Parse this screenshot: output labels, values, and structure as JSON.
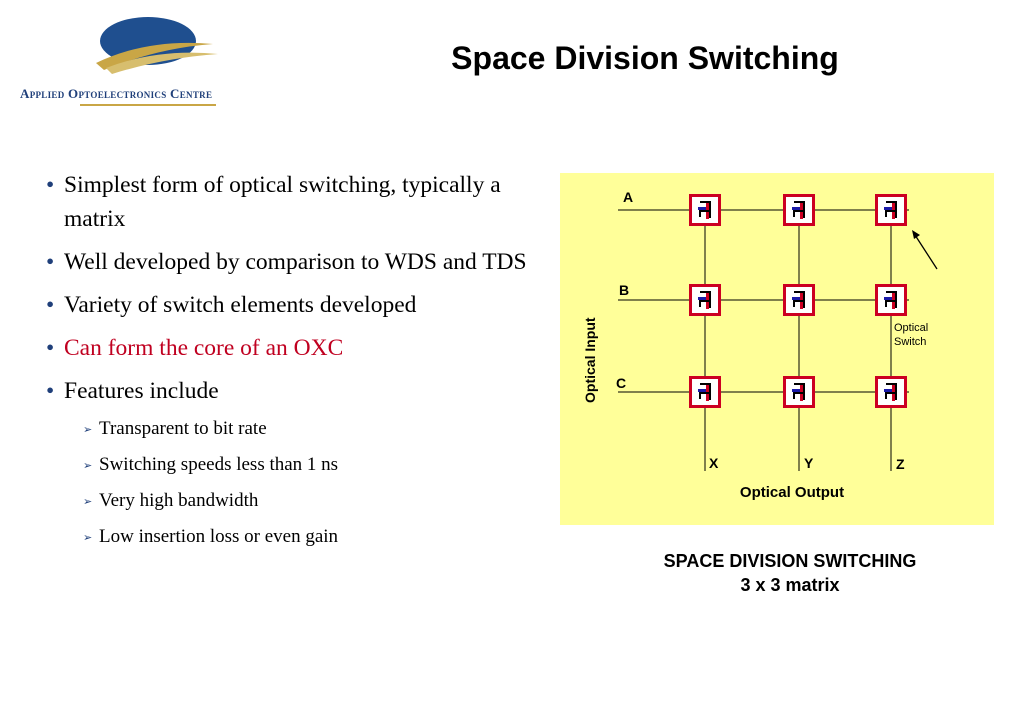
{
  "logo": {
    "org_name": "Applied Optoelectronics Centre"
  },
  "title": "Space Division Switching",
  "bullets": [
    {
      "text": "Simplest form of optical switching, typically a matrix"
    },
    {
      "text": "Well developed by comparison to WDS and TDS"
    },
    {
      "text": "Variety of switch elements developed"
    },
    {
      "text": "Can form the core of an OXC",
      "highlighted": true
    },
    {
      "text": "Features include"
    }
  ],
  "sub_bullets": [
    "Transparent to bit rate",
    "Switching speeds less than 1 ns",
    "Very high bandwidth",
    "Low insertion loss or even gain"
  ],
  "diagram": {
    "inputs": [
      "A",
      "B",
      "C"
    ],
    "outputs": [
      "X",
      "Y",
      "Z"
    ],
    "input_label": "Optical Input",
    "output_label": "Optical Output",
    "switch_label_line1": "Optical",
    "switch_label_line2": "Switch",
    "matrix_rows": 3,
    "matrix_cols": 3
  },
  "caption": {
    "line1": "SPACE  DIVISION  SWITCHING",
    "line2": "3 x 3 matrix"
  },
  "colors": {
    "panel_bg": "#ffff99",
    "switch_border": "#cc0022",
    "switch_red": "#cc0022",
    "switch_blue": "#1a1aa8",
    "bullet_blue": "#1f3f7a",
    "highlight_text": "#c00020"
  }
}
